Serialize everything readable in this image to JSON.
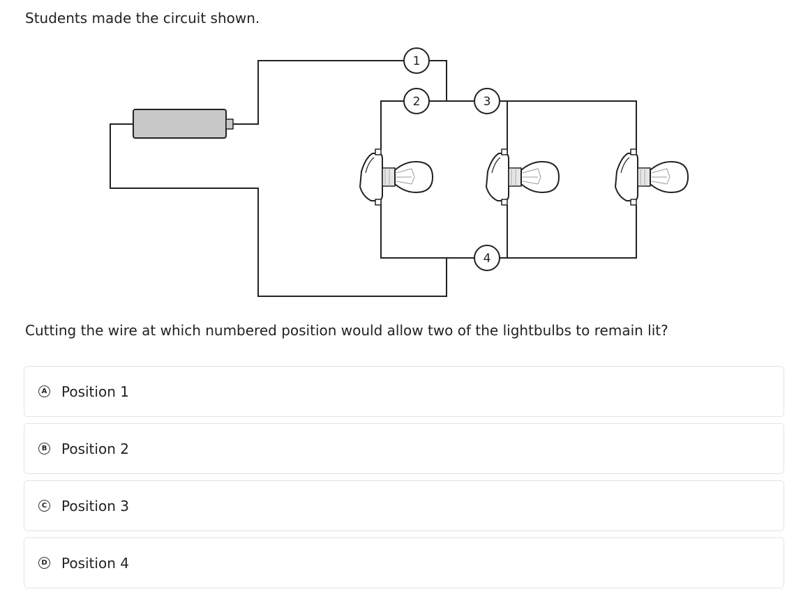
{
  "intro_text": "Students made the circuit shown.",
  "question_text": "Cutting the wire at which numbered position would allow two of the lightbulbs to remain lit?",
  "circuit": {
    "markers": [
      "1",
      "2",
      "3",
      "4"
    ]
  },
  "choices": [
    {
      "letter": "A",
      "label": "Position 1"
    },
    {
      "letter": "B",
      "label": "Position 2"
    },
    {
      "letter": "C",
      "label": "Position 3"
    },
    {
      "letter": "D",
      "label": "Position 4"
    }
  ]
}
